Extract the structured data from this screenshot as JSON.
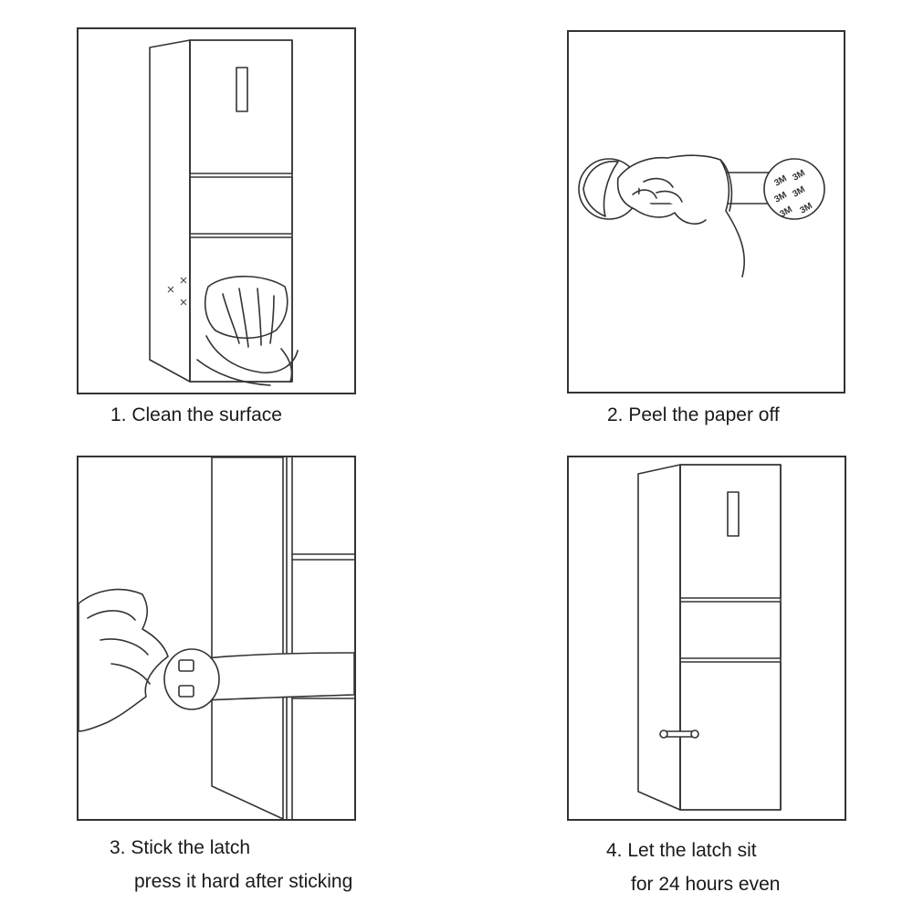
{
  "steps": [
    {
      "caption": "1. Clean the surface"
    },
    {
      "caption": "2. Peel the paper off",
      "adhesive_marks": [
        "3M",
        "3M",
        "3M",
        "3M",
        "3M",
        "3M"
      ]
    },
    {
      "caption_line1": "3. Stick the latch",
      "caption_line2": "press it hard after sticking"
    },
    {
      "caption_line1": "4. Let the latch sit",
      "caption_line2": "for 24 hours even"
    }
  ]
}
